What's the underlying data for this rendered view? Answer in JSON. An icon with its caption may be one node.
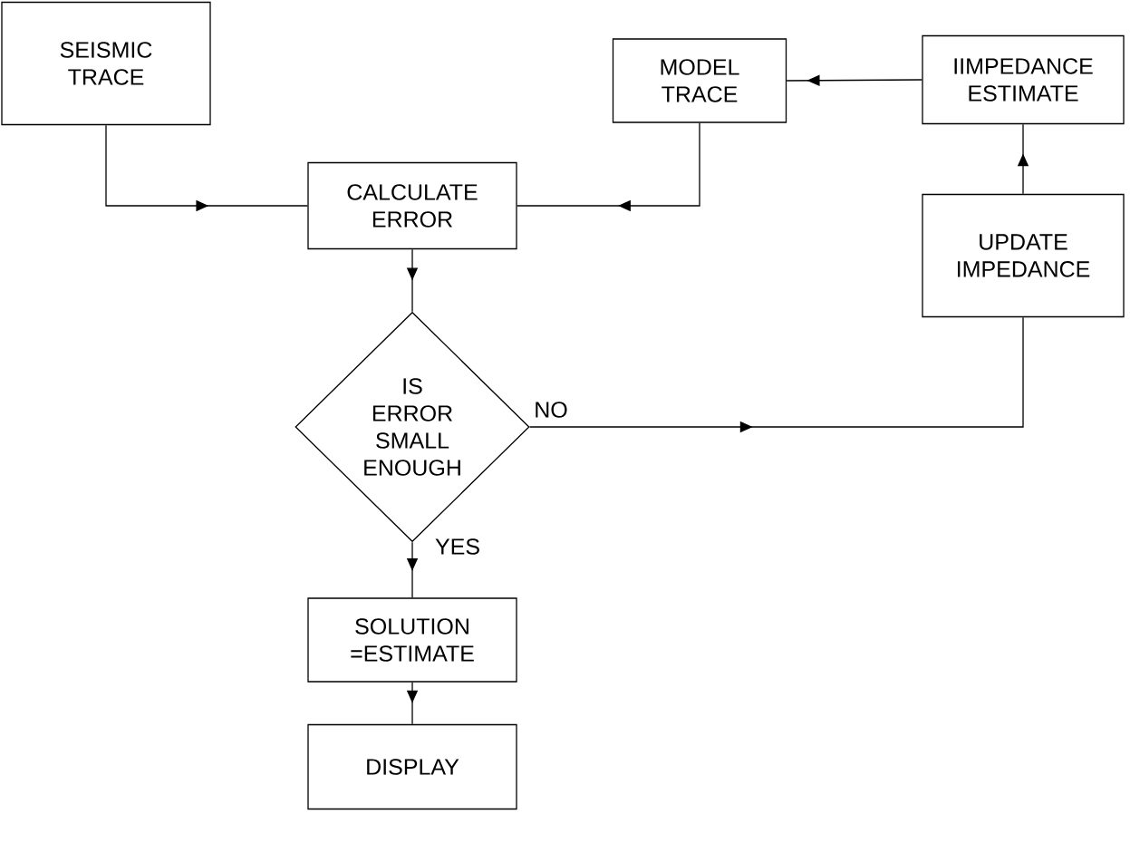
{
  "diagram": {
    "nodes": [
      {
        "text": [
          "SEISMIC TRACE"
        ]
      },
      {
        "text": [
          "MODEL TRACE"
        ]
      },
      {
        "text": [
          "IIMPEDANCE ESTIMATE"
        ]
      },
      {
        "text": [
          "CALCULATE ERROR"
        ]
      },
      {
        "text": [
          "IS ERROR SMALL ENOUGH"
        ]
      },
      {
        "text": [
          "UPDATE IMPEDANCE"
        ]
      },
      {
        "text": [
          "SOLUTION =ESTIMATE"
        ]
      },
      {
        "text": [
          "DISPLAY"
        ]
      }
    ],
    "edges": [
      {
        "from": 0,
        "to": 3,
        "arrow": "to"
      },
      {
        "from": 1,
        "to": 3,
        "arrow": "to"
      },
      {
        "from": 2,
        "to": 1,
        "arrow": "to"
      },
      {
        "from": 5,
        "to": 2,
        "arrow": "to"
      },
      {
        "from": 3,
        "to": 4,
        "arrow": "to"
      },
      {
        "from": 4,
        "to": 5,
        "arrow": "to",
        "label": "NO"
      },
      {
        "from": 4,
        "to": 6,
        "arrow": "to",
        "label": "YES"
      },
      {
        "from": 6,
        "to": 7,
        "arrow": "to"
      }
    ]
  }
}
